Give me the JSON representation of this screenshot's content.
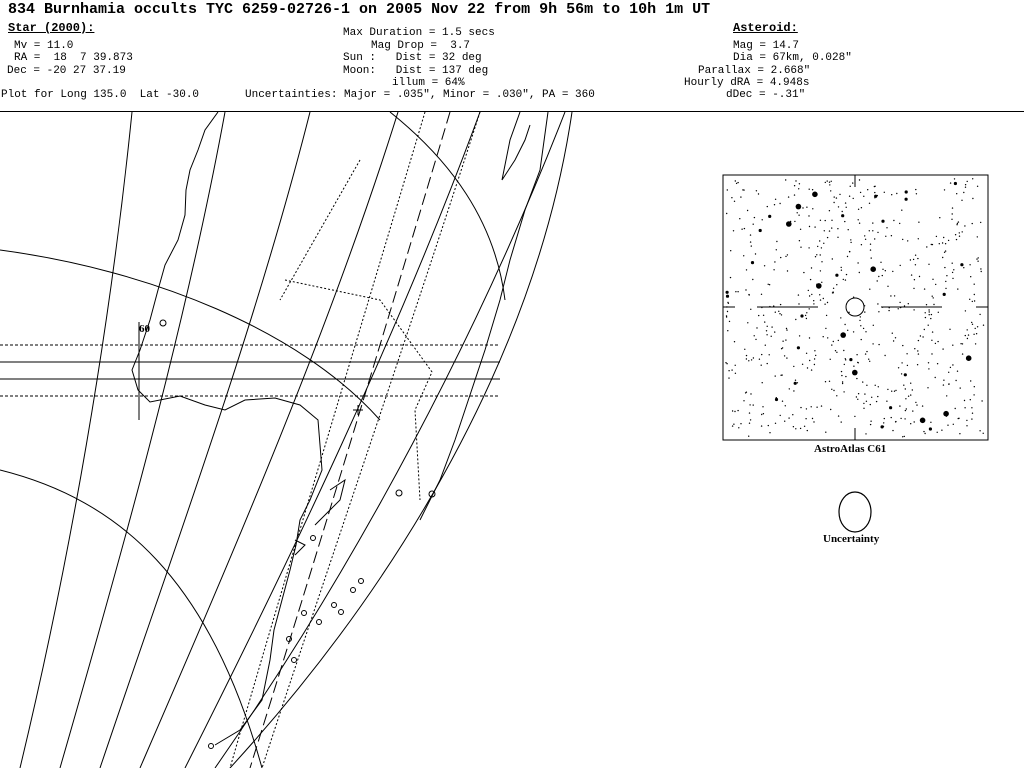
{
  "title": "834 Burnhamia occults TYC 6259-02726-1 on 2005 Nov 22 from 9h 56m to 10h 1m UT",
  "star": {
    "header": "Star (2000):",
    "mv": "Mv = 11.0",
    "ra": "RA =  18  7 39.873",
    "dec": "Dec = -20 27 37.19"
  },
  "event": {
    "max_duration": "Max Duration = 1.5 secs",
    "mag_drop": "Mag Drop =  3.7",
    "sun": "Sun :   Dist = 32 deg",
    "moon": "Moon:   Dist = 137 deg",
    "illum": "illum = 64%"
  },
  "asteroid": {
    "header": "Asteroid:",
    "mag": "Mag = 14.7",
    "dia": "Dia = 67km, 0.028\"",
    "parallax": "Parallax = 2.668\"",
    "hourly_dra": "Hourly dRA = 4.948s",
    "ddec": "dDec = -.31\""
  },
  "plot_for": "Plot for Long 135.0  Lat -30.0",
  "uncertainties": "Uncertainties: Major = .035\", Minor = .030\", PA = 360",
  "map": {
    "lat_label": "60"
  },
  "star_chart": {
    "label": "AstroAtlas C61"
  },
  "uncertainty_ellipse": {
    "label": "Uncertainty"
  }
}
